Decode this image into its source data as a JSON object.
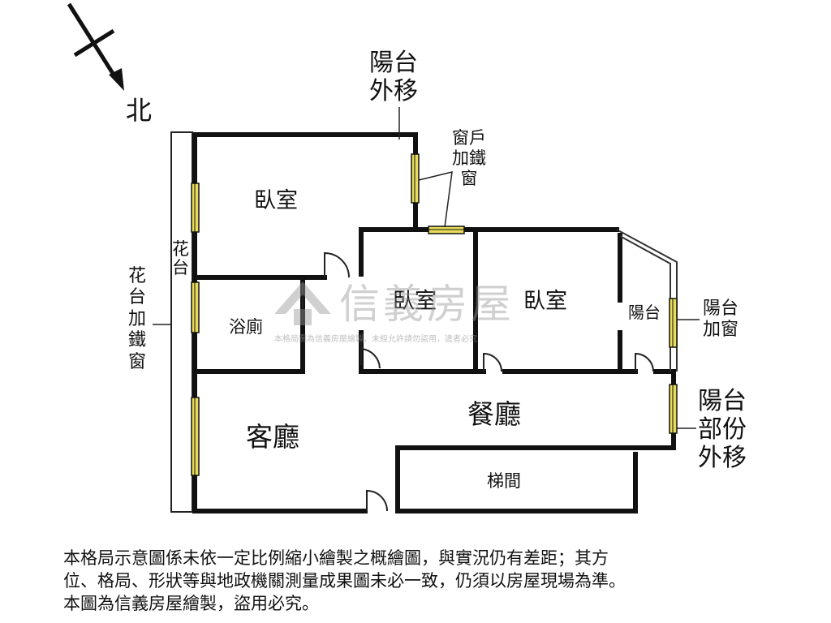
{
  "compass": {
    "north_label": "北"
  },
  "rooms": {
    "bedroom_nw": "臥室",
    "bedroom_center": "臥室",
    "bedroom_east": "臥室",
    "bathroom": "浴廁",
    "living_room": "客廳",
    "dining_room": "餐廳",
    "stairwell": "梯間",
    "balcony": "陽台"
  },
  "annotations": {
    "balcony_shift": "陽台\n外移",
    "window_iron": "窗戶\n加鐵\n窗",
    "planter_inner": "花\n台",
    "planter_iron": "花\n台\n加\n鐵\n窗",
    "balcony_window": "陽台\n加窗",
    "balcony_partial_shift": "陽台\n部份\n外移"
  },
  "watermark": {
    "brand": "信義房屋",
    "note": "本格局圖為信義房屋繪製，未經允許請勿盜用，違者必究"
  },
  "disclaimer": {
    "line1": "本格局示意圖係未依一定比例縮小繪製之概繪圖，與實況仍有差距；其方",
    "line2": "位、格局、形狀等與地政機關測量成果圖未必一致，仍須以房屋現場為準。",
    "line3": "本圖為信義房屋繪製，盜用必究。"
  },
  "colors": {
    "wall": "#111111",
    "window": "#e8dc5a",
    "watermark": "#969696"
  }
}
